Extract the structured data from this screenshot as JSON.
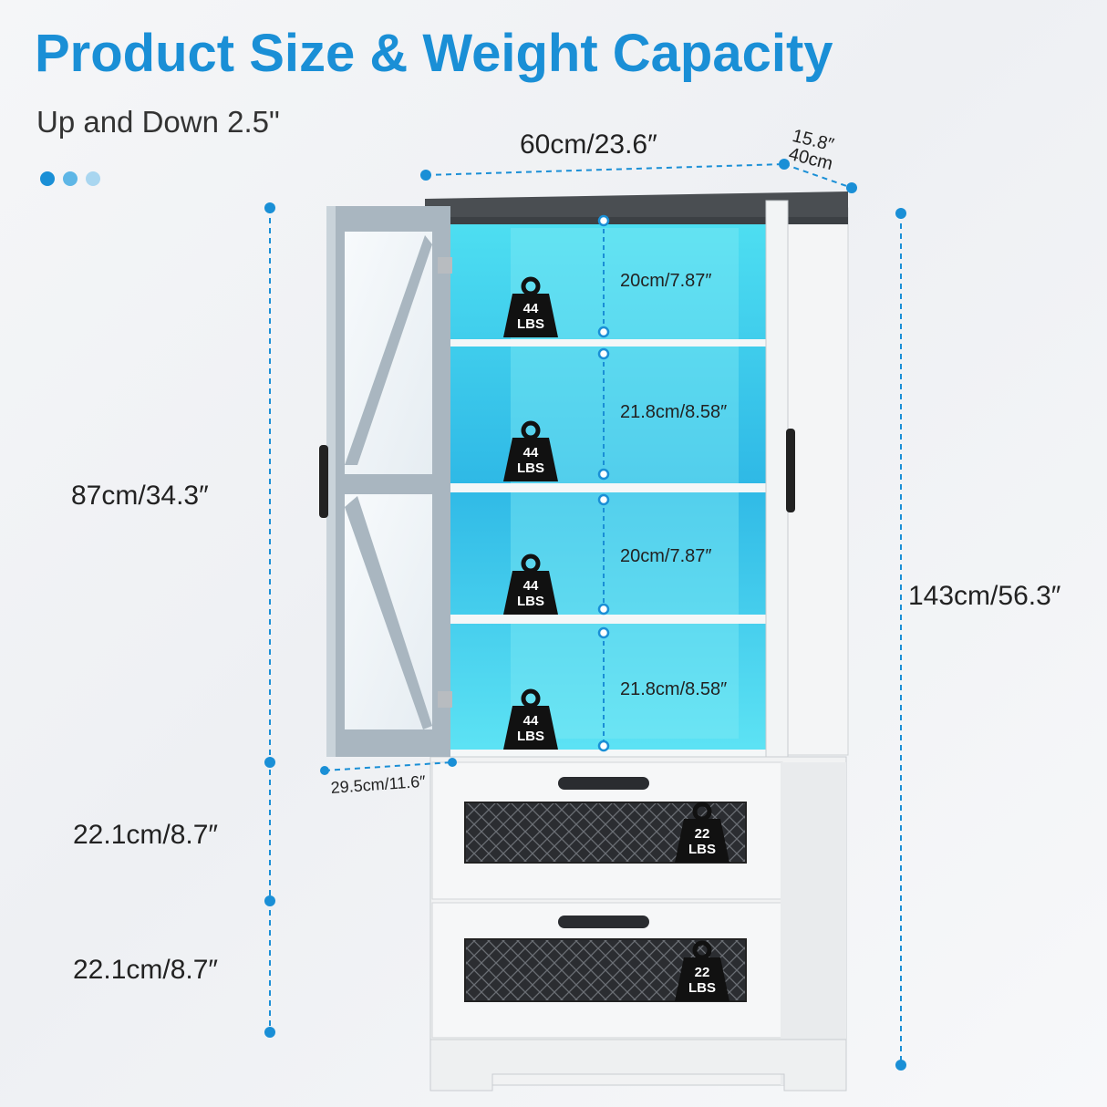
{
  "header": {
    "title": "Product Size & Weight Capacity",
    "subtitle": "Up and Down 2.5\""
  },
  "colors": {
    "accent": "#1a8fd6",
    "dimension_line": "#1a8fd6",
    "shelf_glow": "#39d4ec",
    "cabinet_white": "#f4f5f6",
    "top_gray": "#4a4e52",
    "door_frame": "#a9b6c0",
    "weight_badge": "#111111"
  },
  "indicator": {
    "dots": [
      "#1a8fd6",
      "#5eb6e6",
      "#a9d6f0"
    ]
  },
  "dimensions": {
    "width": "60cm/23.6″",
    "depth_in": "15.8″",
    "depth_cm": "40cm",
    "door_height": "87cm/34.3″",
    "total_height": "143cm/56.3″",
    "drawer_1_height": "22.1cm/8.7″",
    "drawer_2_height": "22.1cm/8.7″",
    "door_width": "29.5cm/11.6″"
  },
  "shelves": [
    {
      "spacing": "20cm/7.87″",
      "weight": "44",
      "unit": "LBS"
    },
    {
      "spacing": "21.8cm/8.58″",
      "weight": "44",
      "unit": "LBS"
    },
    {
      "spacing": "20cm/7.87″",
      "weight": "44",
      "unit": "LBS"
    },
    {
      "spacing": "21.8cm/8.58″",
      "weight": "44",
      "unit": "LBS"
    }
  ],
  "drawers": [
    {
      "weight": "22",
      "unit": "LBS"
    },
    {
      "weight": "22",
      "unit": "LBS"
    }
  ]
}
